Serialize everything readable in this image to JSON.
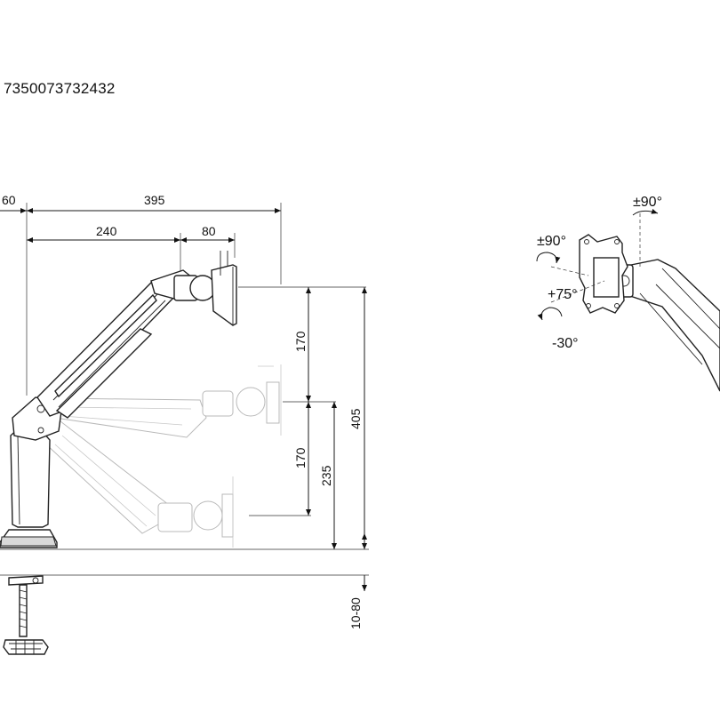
{
  "product_code": "7350073732432",
  "dimensions": {
    "d60": "60",
    "d395": "395",
    "d240": "240",
    "d80": "80",
    "d170_top": "170",
    "d170_mid": "170",
    "d235": "235",
    "d405": "405",
    "d10_80": "10-80"
  },
  "rotation": {
    "swivel": "±90°",
    "rotate": "±90°",
    "tilt_up": "+75°",
    "tilt_down": "-30°"
  }
}
